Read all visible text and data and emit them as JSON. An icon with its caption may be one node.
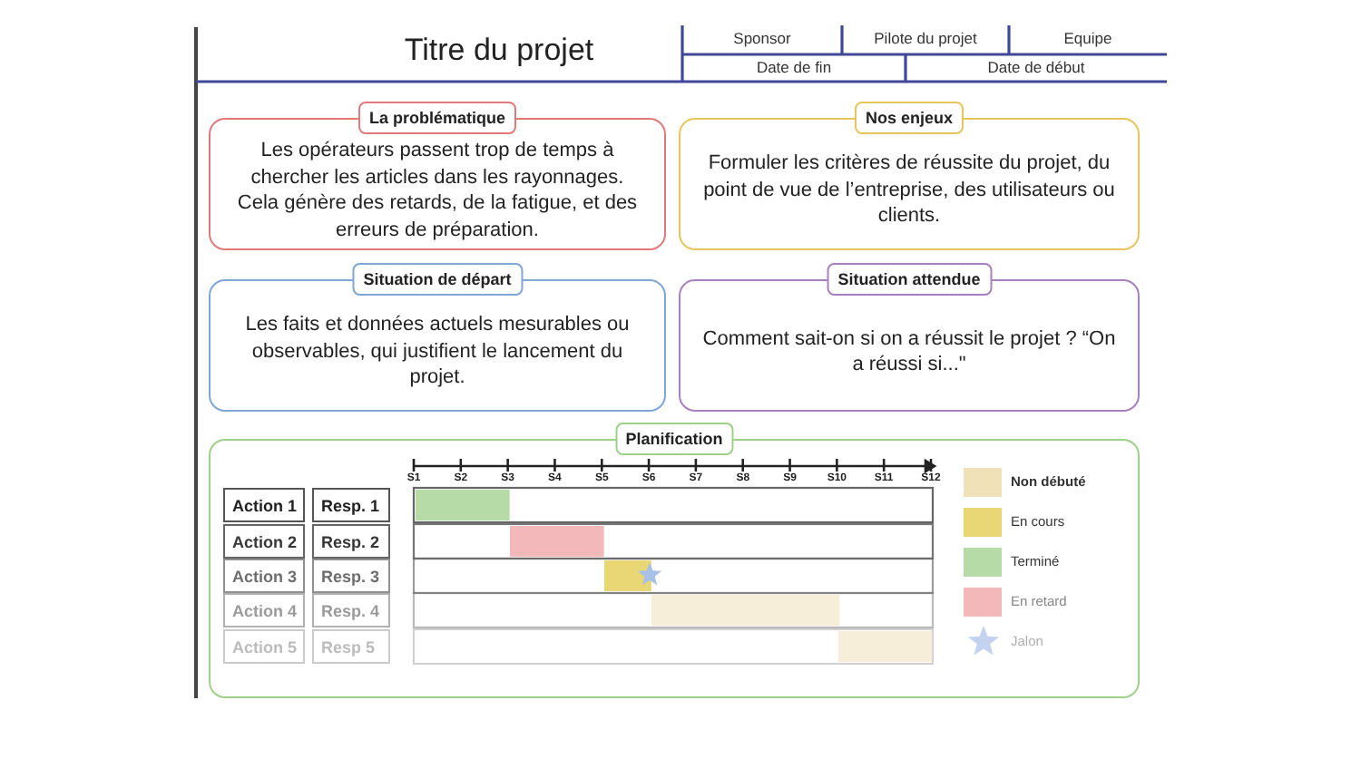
{
  "diagram": {
    "title": "Titre du projet",
    "nodes": [
      {
        "text": [
          "La problématique",
          "Les opérateurs passent trop de temps à chercher les articles dans les rayonnages. Cela génère des retards, de la fatigue, et des erreurs de préparation."
        ]
      },
      {
        "text": [
          "Nos enjeux",
          "Formuler les critères de réussite du projet, du point de vue de l’entreprise, des utilisateurs ou clients."
        ]
      },
      {
        "text": [
          "Situation de départ",
          "Les faits et données actuels mesurables ou observables, qui justifient le lancement du projet."
        ]
      },
      {
        "text": [
          "Situation attendue",
          "Comment sait-on si on a réussit le projet ? “On a réussi si...\""
        ]
      },
      {
        "text": [
          "Planification"
        ]
      },
      {
        "text": [
          "Action 1"
        ],
        "in": 4
      },
      {
        "text": [
          "Action 2"
        ],
        "in": 4
      },
      {
        "text": [
          "Action 3"
        ],
        "in": 4
      },
      {
        "text": [
          "Action 4"
        ],
        "in": 4
      },
      {
        "text": [
          "Action 5"
        ],
        "in": 4
      },
      {
        "text": [
          "Resp. 1"
        ],
        "in": 4
      },
      {
        "text": [
          "Resp. 2"
        ],
        "in": 4
      },
      {
        "text": [
          "Resp. 3"
        ],
        "in": 4
      },
      {
        "text": [
          "Resp. 4"
        ],
        "in": 4
      },
      {
        "text": [
          "Resp 5"
        ],
        "in": 4
      },
      {
        "text": [],
        "shape": "bar",
        "in": 4
      },
      {
        "text": [],
        "shape": "bar",
        "in": 4
      },
      {
        "text": [],
        "shape": "bar",
        "in": 4
      },
      {
        "text": [],
        "shape": "star",
        "in": 4
      },
      {
        "text": [],
        "shape": "bar",
        "in": 4
      },
      {
        "text": [],
        "shape": "bar",
        "in": 4
      }
    ],
    "labels": [
      "Sponsor",
      "Pilote du projet",
      "Equipe",
      "Date de fin",
      "Date de début",
      "S1",
      "S2",
      "S3",
      "S4",
      "S5",
      "S6",
      "S7",
      "S8",
      "S9",
      "S10",
      "S11",
      "S12"
    ],
    "legend": [
      {
        "text": "Non débuté",
        "color": "#f0e1b9"
      },
      {
        "text": "En cours",
        "color": "#e9d776"
      },
      {
        "text": "Terminé",
        "color": "#b6dba6"
      },
      {
        "text": "En retard",
        "color": "#f3b9ba"
      },
      {
        "text": "Jalon"
      }
    ]
  }
}
